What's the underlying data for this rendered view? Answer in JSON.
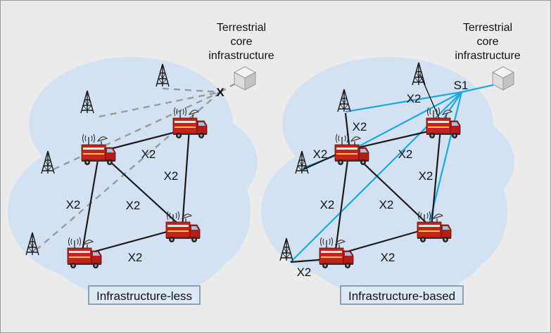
{
  "panels": [
    {
      "id": "left",
      "caption": "Infrastructure-less",
      "core_label": [
        "Terrestrial",
        "core",
        "infrastructure"
      ],
      "link_labels": [
        "X2",
        "X2",
        "X2",
        "X2",
        "X2"
      ],
      "blocked_marker": "X"
    },
    {
      "id": "right",
      "caption": "Infrastructure-based",
      "core_label": [
        "Terrestrial",
        "core",
        "infrastructure"
      ],
      "interface_label": "S1",
      "link_labels": [
        "X2",
        "X2",
        "X2",
        "X2",
        "X2",
        "X2",
        "X2",
        "X2",
        "X2"
      ]
    }
  ],
  "colors": {
    "background": "#ebebeb",
    "cloud": "#d3e2f3",
    "x2_link": "#1a1a1a",
    "s1_link": "#19a8e0",
    "blocked_link": "#999999",
    "truck": "#c8201c"
  },
  "icons": [
    "truck-icon",
    "antenna-icon",
    "core-server-icon",
    "satellite-dish-icon"
  ]
}
